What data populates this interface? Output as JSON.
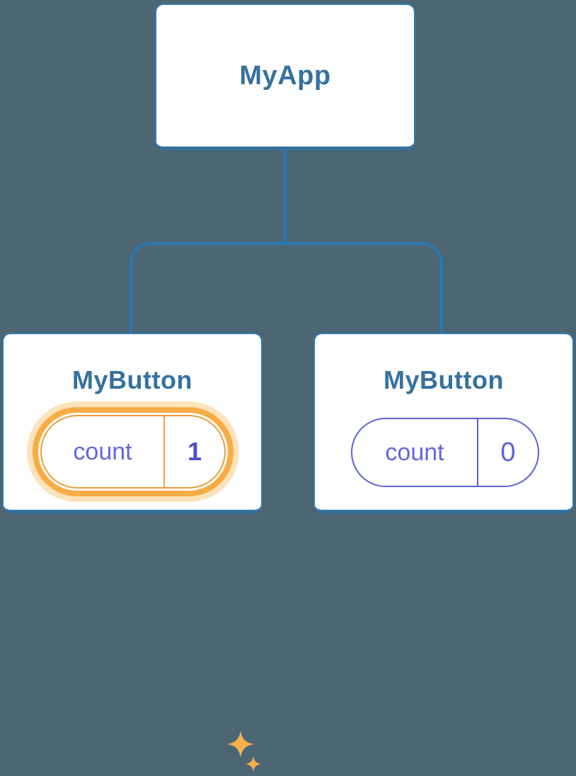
{
  "tree": {
    "root": {
      "label": "MyApp"
    },
    "children": [
      {
        "label": "MyButton",
        "state": {
          "key": "count",
          "value": "1"
        },
        "highlighted": true
      },
      {
        "label": "MyButton",
        "state": {
          "key": "count",
          "value": "0"
        },
        "highlighted": false
      }
    ]
  },
  "icons": {
    "sparkle": "sparkle-icon"
  },
  "colors": {
    "background": "#4C6673",
    "connector_blue": "#2779B4",
    "card_border_blue": "#2F7BB2",
    "card_bottom_edge": "#33719E",
    "heading_blue": "#35719E",
    "state_purple_text": "#6367DE",
    "state_purple_border": "#5C61D8",
    "highlight_orange": "#F8AC44",
    "highlight_halo": "#FCE3BA",
    "sparkle_orange": "#F7AF4C"
  }
}
